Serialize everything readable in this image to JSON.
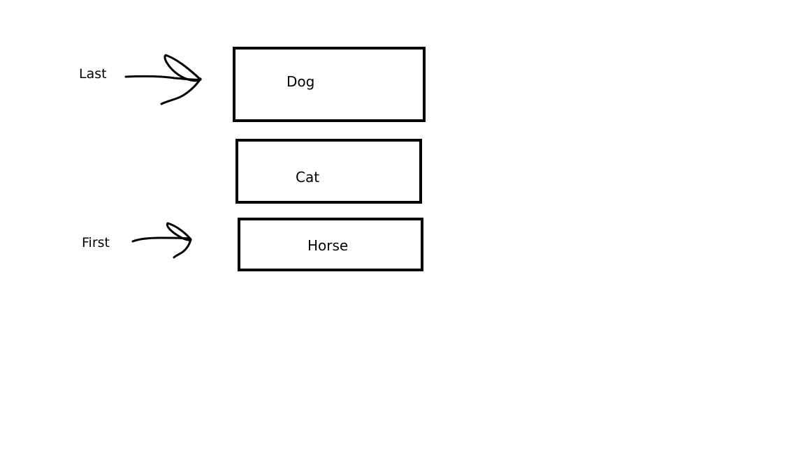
{
  "pointers": {
    "last_label": "Last",
    "first_label": "First"
  },
  "stack": {
    "items": [
      "Dog",
      "Cat",
      "Horse"
    ]
  },
  "colors": {
    "stroke": "#000000",
    "background": "#ffffff"
  }
}
